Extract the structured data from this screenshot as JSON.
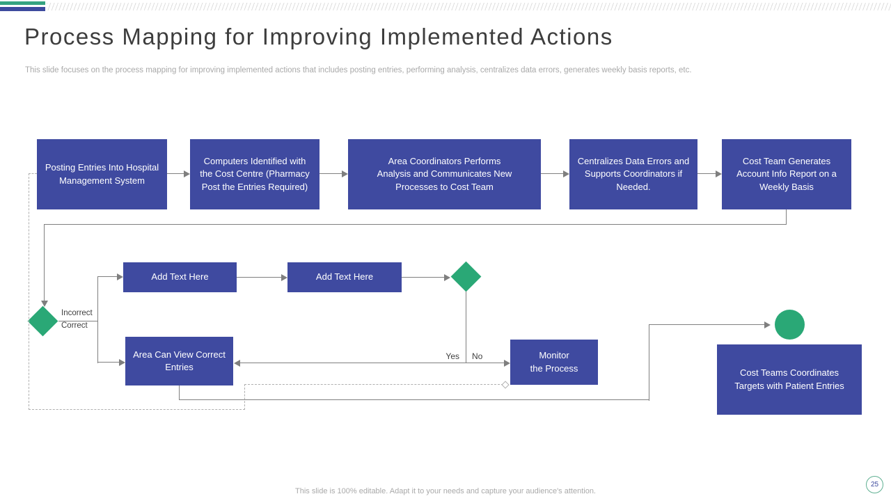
{
  "slide": {
    "title": "Process Mapping for Improving Implemented Actions",
    "subtitle": "This slide focuses on the process mapping for improving implemented actions that includes posting entries, performing analysis, centralizes data errors, generates weekly basis reports, etc.",
    "footer": "This slide is 100% editable. Adapt it to your needs and capture your audience's attention.",
    "page_number": "25"
  },
  "colors": {
    "box_fill": "#3F4AA0",
    "green": "#2AA876",
    "accent_teal": "#35A381",
    "accent_blue": "#3D4A9E",
    "connector": "#7F7F7F",
    "dashed": "#AFAFAF",
    "title_text": "#3D3D3D",
    "muted_text": "#A9A9A9",
    "page_border": "#5FB092"
  },
  "flow": {
    "top_row": [
      {
        "label": "Posting Entries Into Hospital Management System"
      },
      {
        "label": "Computers Identified with the Cost Centre (Pharmacy Post the Entries Required)"
      },
      {
        "label": "Area Coordinators Performs Analysis and Communicates New Processes to Cost Team"
      },
      {
        "label": "Centralizes Data Errors and Supports Coordinators if Needed."
      },
      {
        "label": "Cost Team Generates Account Info Report on a Weekly Basis"
      }
    ],
    "branch": {
      "add_text_1": "Add Text Here",
      "add_text_2": "Add Text Here",
      "decision1_top_label": "Incorrect",
      "decision1_bottom_label": "Correct",
      "yes_label": "Yes",
      "no_label": "No",
      "area_can_view": "Area Can View Correct Entries",
      "monitor_lines": [
        "Monitor",
        "the Process"
      ],
      "cost_teams": "Cost Teams Coordinates Targets with Patient Entries"
    }
  }
}
